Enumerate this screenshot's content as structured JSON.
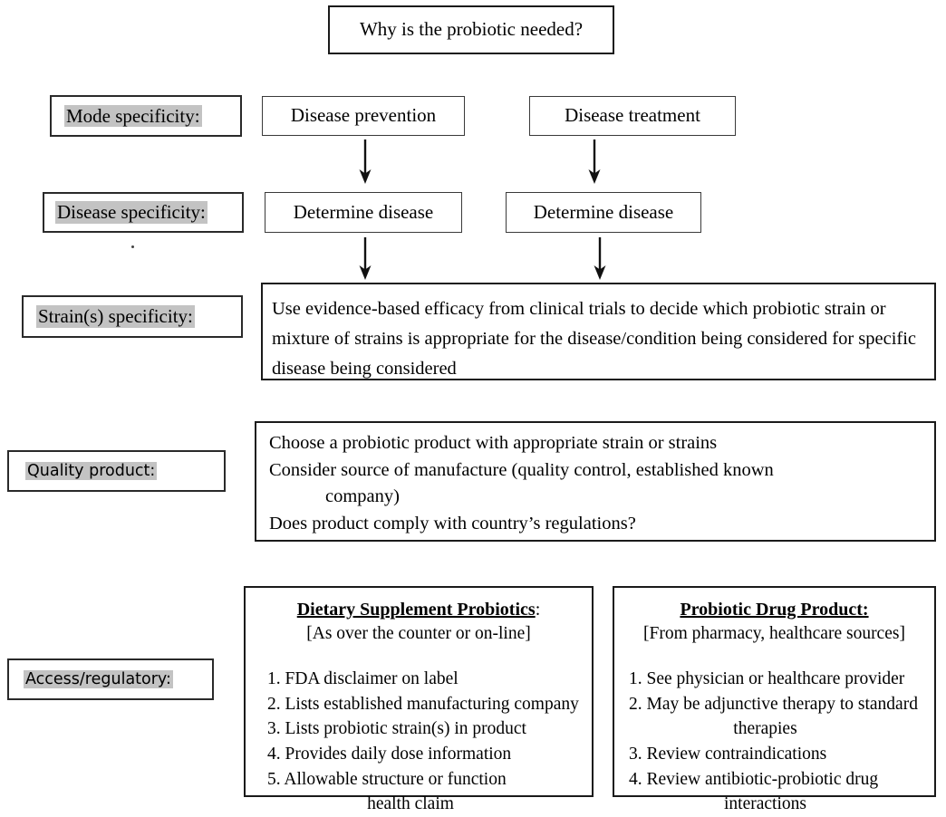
{
  "diagram": {
    "title_node": {
      "text": "Why is the probiotic needed?"
    },
    "row_labels": [
      {
        "key": "mode",
        "text": "Mode specificity:"
      },
      {
        "key": "disease",
        "text": "Disease specificity:"
      },
      {
        "key": "strain",
        "text": "Strain(s) specificity:"
      },
      {
        "key": "quality",
        "text": "Quality product:"
      },
      {
        "key": "access",
        "text": "Access/regulatory:"
      }
    ],
    "branches": {
      "left": {
        "mode": "Disease prevention",
        "disease": "Determine disease"
      },
      "right": {
        "mode": "Disease treatment",
        "disease": "Determine disease"
      }
    },
    "strain_box": {
      "text": "Use evidence-based efficacy from clinical trials to decide which probiotic strain or mixture of strains is appropriate for the disease/condition being considered for specific disease being considered"
    },
    "quality_box": {
      "line1": "Choose a probiotic product with appropriate strain or strains",
      "line2": "Consider source of manufacture (quality control, established known",
      "line2_cont": "company)",
      "line3": "Does product comply with country’s regulations?"
    },
    "access_panels": [
      {
        "key": "dietary-supplement",
        "title": "Dietary Supplement Probiotics",
        "title_suffix": ":",
        "subtitle": "[As over the counter or on-line]",
        "items": [
          "1. FDA disclaimer on label",
          "2. Lists established manufacturing company",
          "3. Lists probiotic strain(s) in product",
          "4. Provides daily dose information",
          "5. Allowable structure or function"
        ],
        "item_continuation": "health claim"
      },
      {
        "key": "probiotic-drug",
        "title": "Probiotic Drug Product:",
        "title_suffix": "",
        "subtitle": "[From pharmacy, healthcare sources]",
        "items": [
          "1. See physician or healthcare provider",
          "2. May be adjunctive therapy to standard",
          "3. Review contraindications",
          "4. Review antibiotic-probiotic drug"
        ],
        "item2_continuation": "therapies",
        "item4_continuation": "interactions"
      }
    ],
    "colors": {
      "highlight": "#c3c3c3",
      "border": "#1a1a1a",
      "background": "#ffffff",
      "text": "#000000"
    }
  }
}
